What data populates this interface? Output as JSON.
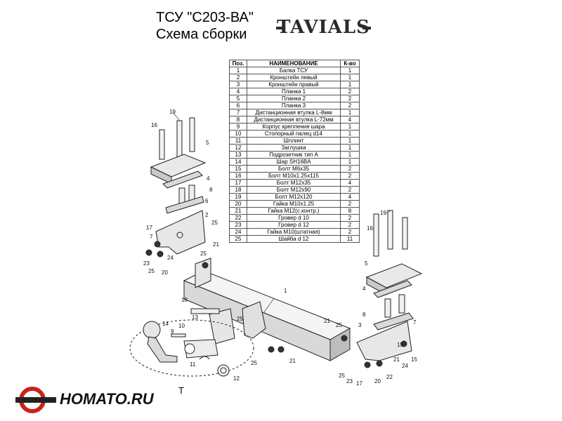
{
  "header": {
    "title": "ТСУ  \"С203-ВА\"",
    "subtitle": "Схема сборки",
    "brand": "TAVIALS"
  },
  "parts_table": {
    "headers": [
      "Поз.",
      "НАИМЕНОВАНИЕ",
      "К-во"
    ],
    "rows": [
      [
        "1",
        "Балка ТСУ",
        "1"
      ],
      [
        "2",
        "Кронштейн левый",
        "1"
      ],
      [
        "3",
        "Кронштейн правый",
        "1"
      ],
      [
        "4",
        "Планка 1",
        "2"
      ],
      [
        "5",
        "Планка 2",
        "2"
      ],
      [
        "6",
        "Планка 3",
        "2"
      ],
      [
        "7",
        "Дистанционная втулка L-8мм",
        "1"
      ],
      [
        "8",
        "Дистанционная втулка L-72мм",
        "4"
      ],
      [
        "9",
        "Корпус крепления шара",
        "1"
      ],
      [
        "10",
        "Стопорный палец d14",
        "1"
      ],
      [
        "11",
        "Шплинт",
        "1"
      ],
      [
        "12",
        "Заглушка",
        "1"
      ],
      [
        "13",
        "Подрозетник тип А",
        "1"
      ],
      [
        "14",
        "Шар SH16BA",
        "1"
      ],
      [
        "15",
        "Болт М6х35",
        "2"
      ],
      [
        "16",
        "Болт М10х1.25х115",
        "2"
      ],
      [
        "17",
        "Болт М12х35",
        "4"
      ],
      [
        "18",
        "Болт М12х90",
        "2"
      ],
      [
        "19",
        "Болт М12х120",
        "4"
      ],
      [
        "20",
        "Гайка  М10х1.25",
        "2"
      ],
      [
        "21",
        "Гайка М12(с.контр.)",
        "8"
      ],
      [
        "22",
        "Гровер d 10",
        "2"
      ],
      [
        "23",
        "Гровер d 12",
        "2"
      ],
      [
        "24",
        "Гайка М10(штатная)",
        "2"
      ],
      [
        "25",
        "Шайба d 12",
        "11"
      ]
    ]
  },
  "callouts": {
    "l1": "1",
    "l2": "2",
    "l3": "3",
    "l4a": "4",
    "l4b": "4",
    "l5a": "5",
    "l5b": "5",
    "l6": "6",
    "l7a": "7",
    "l7b": "7",
    "l8a": "8",
    "l8b": "8",
    "l9": "9",
    "l10": "10",
    "l11": "11",
    "l12": "12",
    "l13": "13",
    "l14": "14",
    "l15a": "15",
    "l15b": "15",
    "l16a": "16",
    "l16b": "16",
    "l17a": "17",
    "l17b": "17",
    "l18": "18",
    "l19a": "19",
    "l19b": "19",
    "l20a": "20",
    "l20b": "20",
    "l21a": "21",
    "l21b": "21",
    "l21c": "21",
    "l21d": "21",
    "l22": "22",
    "l23a": "23",
    "l23b": "23",
    "l24a": "24",
    "l24b": "24",
    "l25a": "25",
    "l25b": "25",
    "l25c": "25",
    "l25d": "25",
    "l25e": "25",
    "l25f": "25",
    "l25g": "25"
  },
  "detail_label": "T",
  "footer_logo": "HOMATO.RU"
}
